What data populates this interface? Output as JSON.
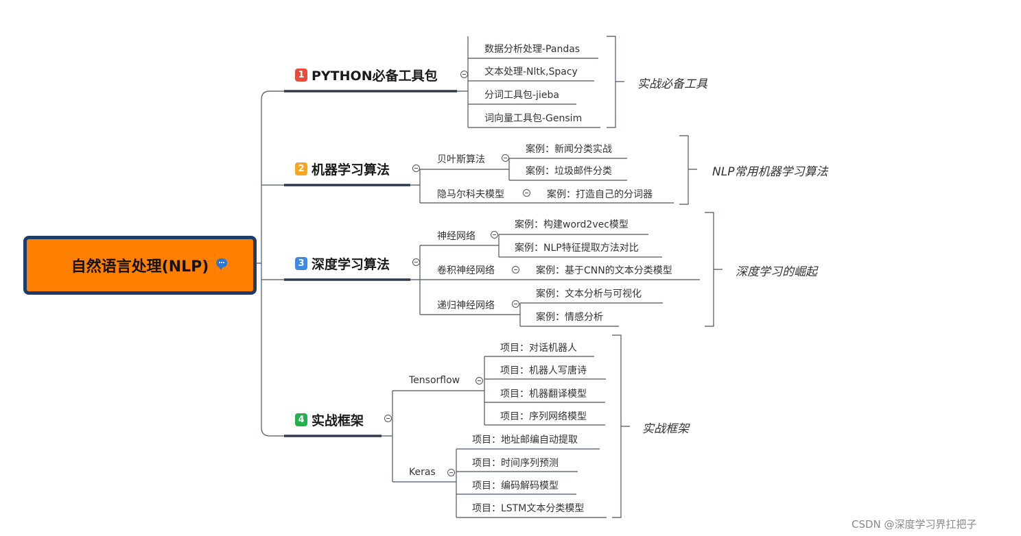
{
  "root": {
    "title": "自然语言处理(NLP)",
    "note_icon": "comment-icon"
  },
  "branches": [
    {
      "badge": "1",
      "badge_color": "#e74c3c",
      "title": "PYTHON必备工具包",
      "leaves": [
        "数据分析处理-Pandas",
        "文本处理-Nltk,Spacy",
        "分词工具包-jieba",
        "词向量工具包-Gensim"
      ],
      "summary": "实战必备工具"
    },
    {
      "badge": "2",
      "badge_color": "#f5a623",
      "title": "机器学习算法",
      "subs": [
        {
          "label": "贝叶斯算法",
          "leaves": [
            "案例：新闻分类实战",
            "案例：垃圾邮件分类"
          ]
        },
        {
          "label": "隐马尔科夫模型",
          "leaves": [
            "案例：打造自己的分词器"
          ]
        }
      ],
      "summary": "NLP常用机器学习算法"
    },
    {
      "badge": "3",
      "badge_color": "#3d8ae5",
      "title": "深度学习算法",
      "subs": [
        {
          "label": "神经网络",
          "leaves": [
            "案例：构建word2vec模型",
            "案例：NLP特征提取方法对比"
          ]
        },
        {
          "label": "卷积神经网络",
          "leaves": [
            "案例：基于CNN的文本分类模型"
          ]
        },
        {
          "label": "递归神经网络",
          "leaves": [
            "案例：文本分析与可视化",
            "案例：情感分析"
          ]
        }
      ],
      "summary": "深度学习的崛起"
    },
    {
      "badge": "4",
      "badge_color": "#22b14c",
      "title": "实战框架",
      "subs": [
        {
          "label": "Tensorflow",
          "leaves": [
            "项目：对话机器人",
            "项目：机器人写唐诗",
            "项目：机器翻译模型",
            "项目：序列网络模型"
          ]
        },
        {
          "label": "Keras",
          "leaves": [
            "项目：地址邮编自动提取",
            "项目：时间序列预测",
            "项目：编码解码模型",
            "项目：LSTM文本分类模型"
          ]
        }
      ],
      "summary": "实战框架"
    }
  ],
  "watermark": "CSDN @深度学习界扛把子",
  "colors": {
    "root_fill": "#ff7f00",
    "root_border": "#1f3b68",
    "branch_underline": "#2e3a4a",
    "line": "#4a5566"
  }
}
